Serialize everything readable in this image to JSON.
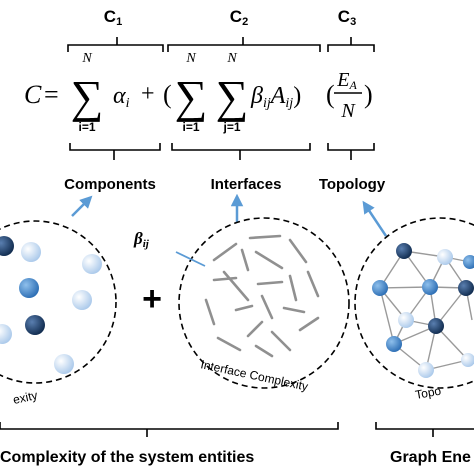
{
  "equation": {
    "brace_labels": [
      "C",
      "C",
      "C"
    ],
    "brace_subscripts": [
      "1",
      "2",
      "3"
    ],
    "lhs": "C",
    "equals": "=",
    "sum_upper": "N",
    "sum_lower_i": "i=1",
    "sum_lower_j": "j=1",
    "alpha": "α",
    "sub_i": "i",
    "plus": "+",
    "open_paren": "(",
    "beta": "β",
    "sub_ij": "ij",
    "A": "A",
    "close_paren": ")",
    "frac_open": "(",
    "E_A": "E",
    "E_sub": "A",
    "frac_den": "N",
    "frac_close": ")"
  },
  "labels": {
    "components": "Components",
    "interfaces": "Interfaces",
    "topology": "Topology",
    "beta_symbol": "β",
    "beta_sub": "ij",
    "plus_sign": "+",
    "circle1_caption": "exity",
    "circle2_caption": "Interface Complexity",
    "circle3_caption": "Topo",
    "bottom_left": "Complexity of the system entities",
    "bottom_right": "Graph Ene"
  },
  "colors": {
    "arrow": "#5b9bd5",
    "node_dark": "#1f3a5f",
    "node_mid": "#2e75b6",
    "node_light": "#bdd7ee"
  }
}
